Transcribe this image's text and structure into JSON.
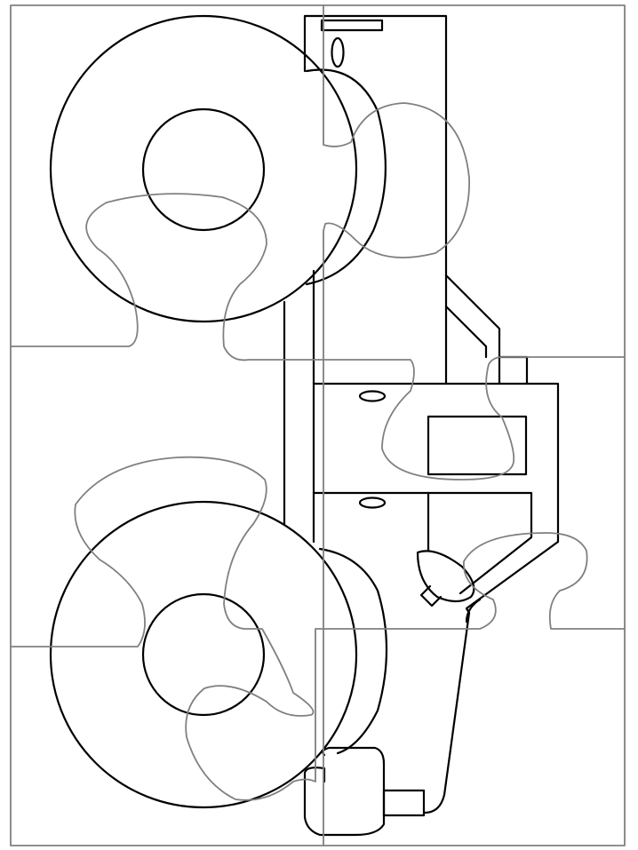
{
  "sheet": {
    "subject": "tractor-coloring-puzzle",
    "pieces": {
      "columns": 2,
      "rows": 3
    },
    "colors": {
      "background": "#ffffff",
      "outline": "#000000",
      "puzzle_cut": "#808080"
    }
  }
}
